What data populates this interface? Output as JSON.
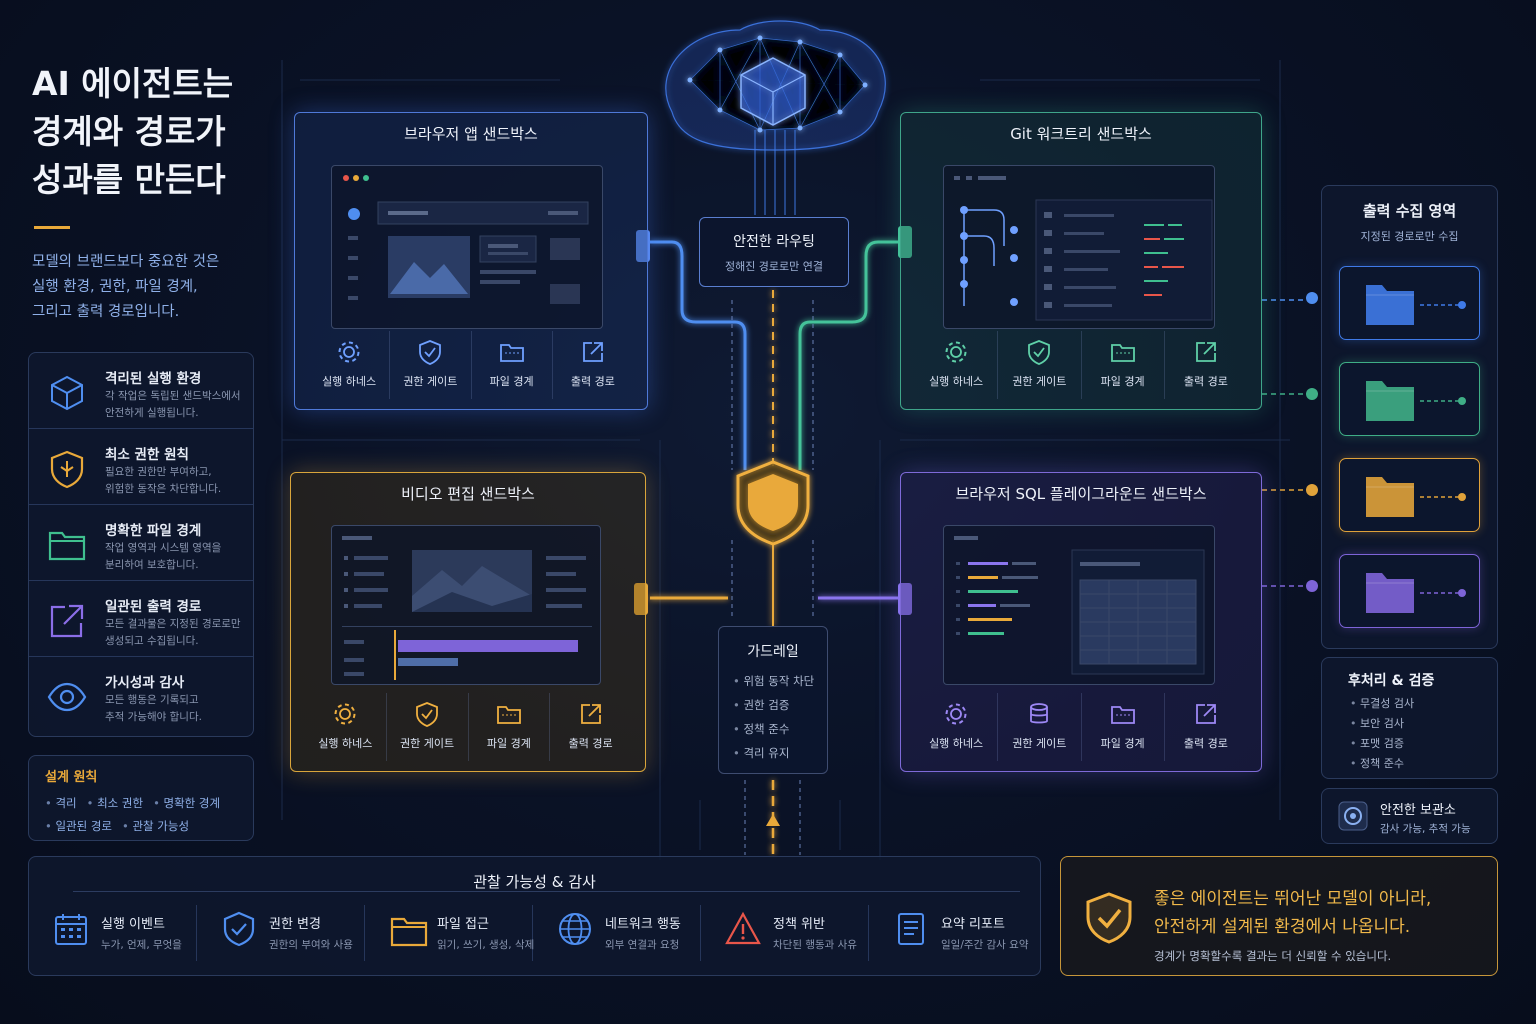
{
  "title": "AI 에이전트는\n경계와 경로가\n성과를 만든다",
  "intro": "모델의 브랜드보다 중요한 것은\n실행 환경, 권한, 파일 경계,\n그리고 출력 경로입니다.",
  "principles": [
    {
      "title": "격리된 실행 환경",
      "desc": "각 작업은 독립된 샌드박스에서\n안전하게 실행됩니다.",
      "icon": "cube-icon",
      "color": "#4f8ef0"
    },
    {
      "title": "최소 권한 원칙",
      "desc": "필요한 권한만 부여하고,\n위험한 동작은 차단합니다.",
      "icon": "shield-icon",
      "color": "#e9a93a"
    },
    {
      "title": "명확한 파일 경계",
      "desc": "작업 영역과 시스템 영역을\n분리하여 보호합니다.",
      "icon": "folder-icon",
      "color": "#3fbf8f"
    },
    {
      "title": "일관된 출력 경로",
      "desc": "모든 결과물은 지정된 경로로만\n생성되고 수집됩니다.",
      "icon": "export-icon",
      "color": "#8b6ee8"
    },
    {
      "title": "가시성과 감사",
      "desc": "모든 행동은 기록되고\n추적 가능해야 합니다.",
      "icon": "eye-icon",
      "color": "#4f8ef0"
    }
  ],
  "design": {
    "title": "설계 원칙",
    "tags": [
      "격리",
      "최소 권한",
      "명확한 경계",
      "일관된 경로",
      "관찰 가능성"
    ]
  },
  "sandboxes": {
    "browser": {
      "title": "브라우저 앱 샌드박스",
      "tools": [
        "실행 하네스",
        "권한 게이트",
        "파일 경계",
        "출력 경로"
      ],
      "color": "#5b8cf0"
    },
    "git": {
      "title": "Git 워크트리 샌드박스",
      "tools": [
        "실행 하네스",
        "권한 게이트",
        "파일 경계",
        "출력 경로"
      ],
      "color": "#46c39a"
    },
    "video": {
      "title": "비디오 편집 샌드박스",
      "tools": [
        "실행 하네스",
        "권한 게이트",
        "파일 경계",
        "출력 경로"
      ],
      "color": "#e9a93a"
    },
    "sql": {
      "title": "브라우저 SQL 플레이그라운드 샌드박스",
      "tools": [
        "실행 하네스",
        "권한 게이트",
        "파일 경계",
        "출력 경로"
      ],
      "color": "#8b75ee"
    }
  },
  "routing": {
    "title": "안전한 라우팅",
    "sub": "정해진 경로로만 연결"
  },
  "guardrail": {
    "title": "가드레일",
    "items": [
      "위험 동작 차단",
      "권한 검증",
      "정책 준수",
      "격리 유지"
    ]
  },
  "collect": {
    "title": "출력 수집 영역",
    "sub": "지정된 경로로만 수집",
    "colors": [
      "#3f7ae8",
      "#3fae86",
      "#e0a23a",
      "#7e64d8"
    ]
  },
  "post": {
    "title": "후처리 & 검증",
    "items": [
      "무결성 검사",
      "보안 검사",
      "포맷 검증",
      "정책 준수"
    ]
  },
  "vault": {
    "title": "안전한 보관소",
    "sub": "감사 가능, 추적 가능"
  },
  "observe": {
    "title": "관찰 가능성 & 감사",
    "items": [
      {
        "name": "실행 이벤트",
        "desc": "누가, 언제, 무엇을",
        "icon": "calendar-icon",
        "color": "#4f8ef0"
      },
      {
        "name": "권한 변경",
        "desc": "권한의 부여와 사용",
        "icon": "shield-check-icon",
        "color": "#4f8ef0"
      },
      {
        "name": "파일 접근",
        "desc": "읽기, 쓰기, 생성, 삭제",
        "icon": "folder-icon",
        "color": "#e9a93a"
      },
      {
        "name": "네트워크 행동",
        "desc": "외부 연결과 요청",
        "icon": "globe-icon",
        "color": "#4f8ef0"
      },
      {
        "name": "정책 위반",
        "desc": "차단된 행동과 사유",
        "icon": "warning-icon",
        "color": "#e8564a"
      },
      {
        "name": "요약 리포트",
        "desc": "일일/주간 감사 요약",
        "icon": "document-icon",
        "color": "#4f8ef0"
      }
    ]
  },
  "final": {
    "title": "좋은 에이전트는 뛰어난 모델이 아니라,\n안전하게 설계된 환경에서 나옵니다.",
    "sub": "경계가 명확할수록 결과는 더 신뢰할 수 있습니다."
  }
}
